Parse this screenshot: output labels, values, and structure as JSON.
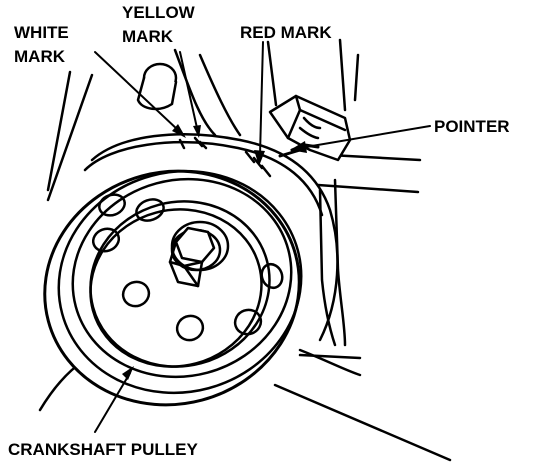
{
  "labels": {
    "white_mark_line1": "WHITE",
    "white_mark_line2": "MARK",
    "yellow_mark_line1": "YELLOW",
    "yellow_mark_line2": "MARK",
    "red_mark": "RED MARK",
    "pointer": "POINTER",
    "crankshaft_pulley": "CRANKSHAFT PULLEY"
  },
  "colors": {
    "ink": "#000000",
    "paper": "#ffffff"
  }
}
